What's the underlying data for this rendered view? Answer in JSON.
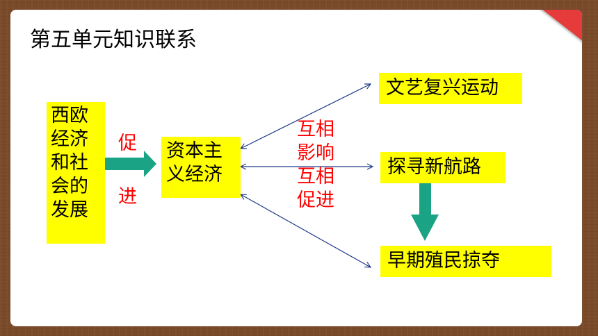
{
  "title": "第五单元知识联系",
  "nodes": {
    "western": [
      "西欧",
      "经济",
      "和社",
      "会的",
      "发展"
    ],
    "capitalism": [
      "资本主",
      "义经济"
    ],
    "renaissance": "文艺复兴运动",
    "new_routes": "探寻新航路",
    "colonial": "早期殖民掠夺"
  },
  "labels": {
    "promote_1": "促",
    "promote_2": "进",
    "mutual": [
      "互相",
      "影响",
      "互相",
      "促进"
    ]
  },
  "colors": {
    "box_fill": "#ffff00",
    "arrow_teal": "#1aa385",
    "label_red": "#ff0000",
    "connector": "#1f3a8a",
    "ribbon": "#e53b3b"
  }
}
